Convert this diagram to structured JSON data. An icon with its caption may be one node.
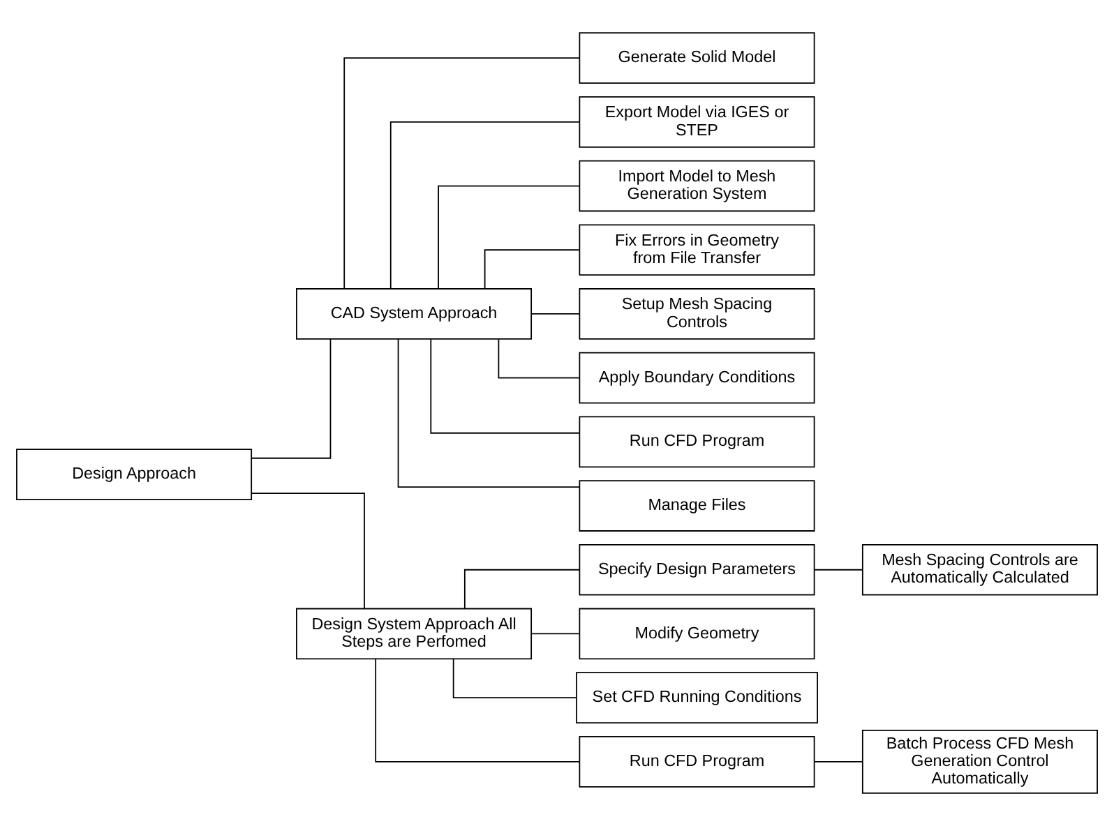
{
  "diagram": {
    "nodes": [
      {
        "text": [
          "Design Approach"
        ]
      },
      {
        "text": [
          "CAD System Approach"
        ]
      },
      {
        "text": [
          "Generate Solid Model"
        ]
      },
      {
        "text": [
          "Export Model via IGES or STEP"
        ]
      },
      {
        "text": [
          "Import Model to Mesh Generation System"
        ]
      },
      {
        "text": [
          "Fix Errors in Geometry from File Transfer"
        ]
      },
      {
        "text": [
          "Setup Mesh Spacing Controls"
        ]
      },
      {
        "text": [
          "Apply Boundary Conditions"
        ]
      },
      {
        "text": [
          "Run CFD Program"
        ]
      },
      {
        "text": [
          "Manage Files"
        ]
      },
      {
        "text": [
          "Design System Approach All Steps are Perfomed"
        ]
      },
      {
        "text": [
          "Specify Design Parameters"
        ]
      },
      {
        "text": [
          "Mesh Spacing Controls are Automatically Calculated"
        ]
      },
      {
        "text": [
          "Modify Geometry"
        ]
      },
      {
        "text": [
          "Set CFD Running Conditions"
        ]
      },
      {
        "text": [
          "Run CFD Program"
        ]
      },
      {
        "text": [
          "Batch Process CFD Mesh Generation Control Automatically"
        ]
      }
    ],
    "edges": [
      {
        "from": 0,
        "to": 1,
        "arrow": "none"
      },
      {
        "from": 0,
        "to": 10,
        "arrow": "none"
      },
      {
        "from": 1,
        "to": 2,
        "arrow": "none"
      },
      {
        "from": 1,
        "to": 3,
        "arrow": "none"
      },
      {
        "from": 1,
        "to": 4,
        "arrow": "none"
      },
      {
        "from": 1,
        "to": 5,
        "arrow": "none"
      },
      {
        "from": 1,
        "to": 6,
        "arrow": "none"
      },
      {
        "from": 1,
        "to": 7,
        "arrow": "none"
      },
      {
        "from": 1,
        "to": 8,
        "arrow": "none"
      },
      {
        "from": 1,
        "to": 9,
        "arrow": "none"
      },
      {
        "from": 10,
        "to": 11,
        "arrow": "none"
      },
      {
        "from": 11,
        "to": 12,
        "arrow": "none"
      },
      {
        "from": 10,
        "to": 13,
        "arrow": "none"
      },
      {
        "from": 10,
        "to": 14,
        "arrow": "none"
      },
      {
        "from": 10,
        "to": 15,
        "arrow": "none"
      },
      {
        "from": 15,
        "to": 16,
        "arrow": "none"
      }
    ]
  }
}
